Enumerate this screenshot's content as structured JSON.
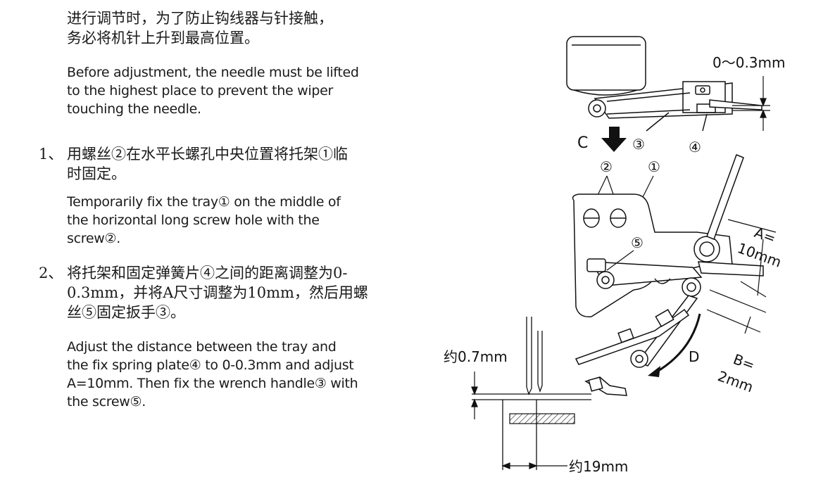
{
  "note": {
    "zh_lines": [
      "进行调节时，为了防止钩线器与针接触，",
      "务必将机针上升到最高位置。"
    ],
    "en_lines": [
      "Before adjustment, the needle must be lifted",
      "to the highest place to prevent the wiper",
      "touching the needle."
    ]
  },
  "steps": [
    {
      "number": "1、",
      "zh_lines": [
        "用螺丝②在水平长螺孔中央位置将托架①临",
        "时固定。"
      ],
      "en_lines": [
        "Temporarily fix the tray① on the middle of",
        "the horizontal long screw hole with the",
        "screw②."
      ]
    },
    {
      "number": "2、",
      "zh_lines": [
        "将托架和固定弹簧片④之间的距离调整为0-",
        "0.3mm，并将A尺寸调整为10mm，然后用螺",
        "丝⑤固定扳手③。"
      ],
      "en_lines": [
        "Adjust the distance between the tray and",
        "the fix spring plate④ to 0-0.3mm and adjust",
        "A=10mm. Then fix the wrench handle③ with",
        "the screw⑤."
      ]
    }
  ],
  "figure": {
    "gap_label": "0～0.3mm",
    "view_label": "C",
    "part_3": "③",
    "part_4": "④",
    "part_2": "②",
    "part_1": "①",
    "part_5": "⑤",
    "dim_a_1": "A=",
    "dim_a_2": "10mm",
    "dim_b_1": "B=",
    "dim_b_2": "2mm",
    "rotation_label": "D",
    "needle_gap_label": "约0.7mm",
    "horizontal_label": "约19mm"
  }
}
